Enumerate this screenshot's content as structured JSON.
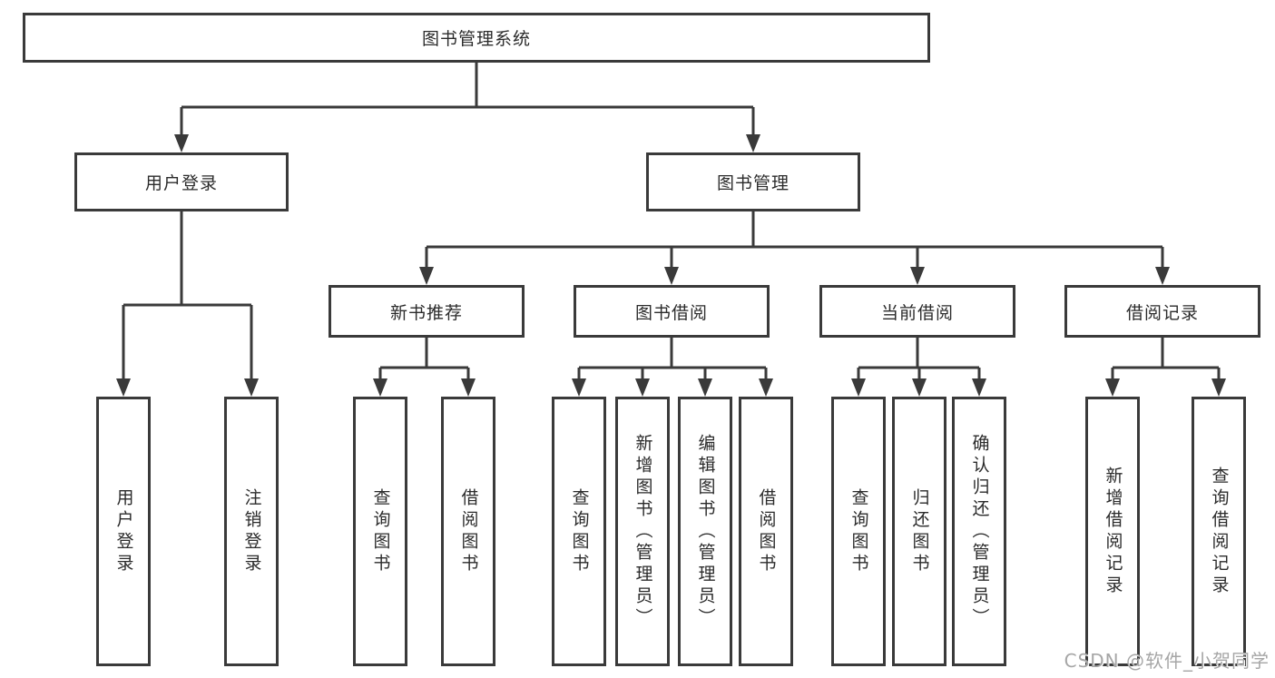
{
  "diagram": {
    "root": {
      "label": "图书管理系统"
    },
    "branches": [
      {
        "label": "用户登录",
        "children": [
          {
            "label": "用户登录"
          },
          {
            "label": "注销登录"
          }
        ]
      },
      {
        "label": "图书管理",
        "children": [
          {
            "label": "新书推荐",
            "children": [
              {
                "label": "查询图书"
              },
              {
                "label": "借阅图书"
              }
            ]
          },
          {
            "label": "图书借阅",
            "children": [
              {
                "label": "查询图书"
              },
              {
                "label": "新增图书（管理员）"
              },
              {
                "label": "编辑图书（管理员）"
              },
              {
                "label": "借阅图书"
              }
            ]
          },
          {
            "label": "当前借阅",
            "children": [
              {
                "label": "查询图书"
              },
              {
                "label": "归还图书"
              },
              {
                "label": "确认归还（管理员）"
              }
            ]
          },
          {
            "label": "借阅记录",
            "children": [
              {
                "label": "新增借阅记录"
              },
              {
                "label": "查询借阅记录"
              }
            ]
          }
        ]
      }
    ],
    "watermark": "CSDN @软件_小贺同学",
    "colors": {
      "line": "#3a3a3a",
      "box_border": "#3a3a3a",
      "text": "#2b2b2b",
      "watermark": "#a6a6a6",
      "background": "#ffffff"
    }
  }
}
